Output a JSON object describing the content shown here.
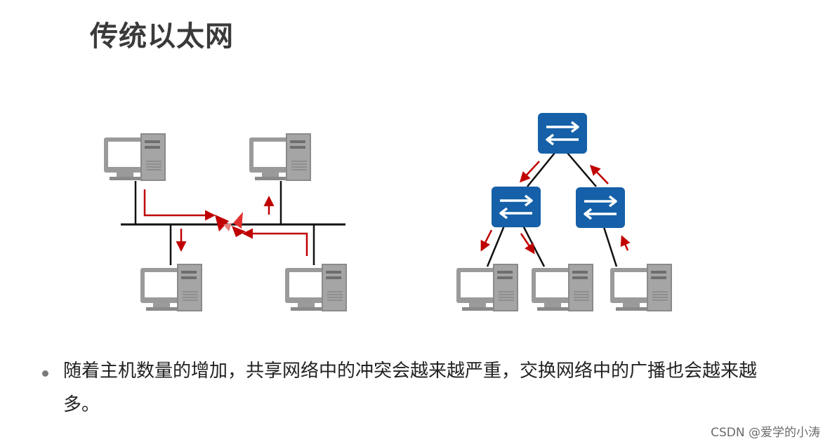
{
  "slide": {
    "title": "传统以太网",
    "bullet": "随着主机数量的增加，共享网络中的冲突会越来越严重，交换网络中的广播也会越来越多。"
  },
  "watermark": "CSDN @爱学的小涛",
  "colors": {
    "computer_gray": "#9a9a9a",
    "computer_dark": "#6e6e6e",
    "switch_blue": "#1560a8",
    "arrow_red": "#c00000",
    "line_black": "#111111"
  },
  "icons": [
    "computer-icon",
    "switch-icon",
    "collision-icon",
    "arrow-icon"
  ]
}
